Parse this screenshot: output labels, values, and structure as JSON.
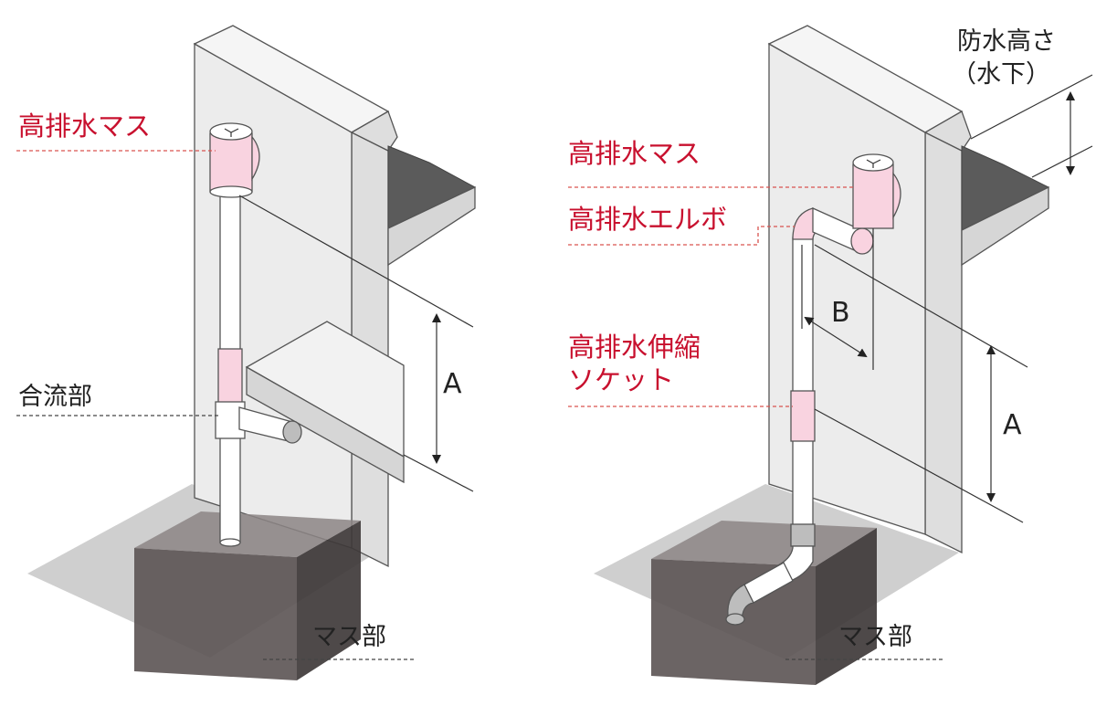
{
  "left": {
    "label_mass": "高排水マス",
    "label_merge": "合流部",
    "label_basin": "マス部",
    "dim_a": "A"
  },
  "right": {
    "label_mass": "高排水マス",
    "label_elbow": "高排水エルボ",
    "label_socket_line1": "高排水伸縮",
    "label_socket_line2": "ソケット",
    "label_basin": "マス部",
    "label_waterproof_line1": "防水高さ",
    "label_waterproof_line2": "（水下）",
    "dim_a": "A",
    "dim_b": "B"
  },
  "colors": {
    "label_red": "#c8102e",
    "pipe_pink": "#f9d3e0",
    "dark_slab": "#5b5b5b",
    "basin": "#5e5757"
  }
}
